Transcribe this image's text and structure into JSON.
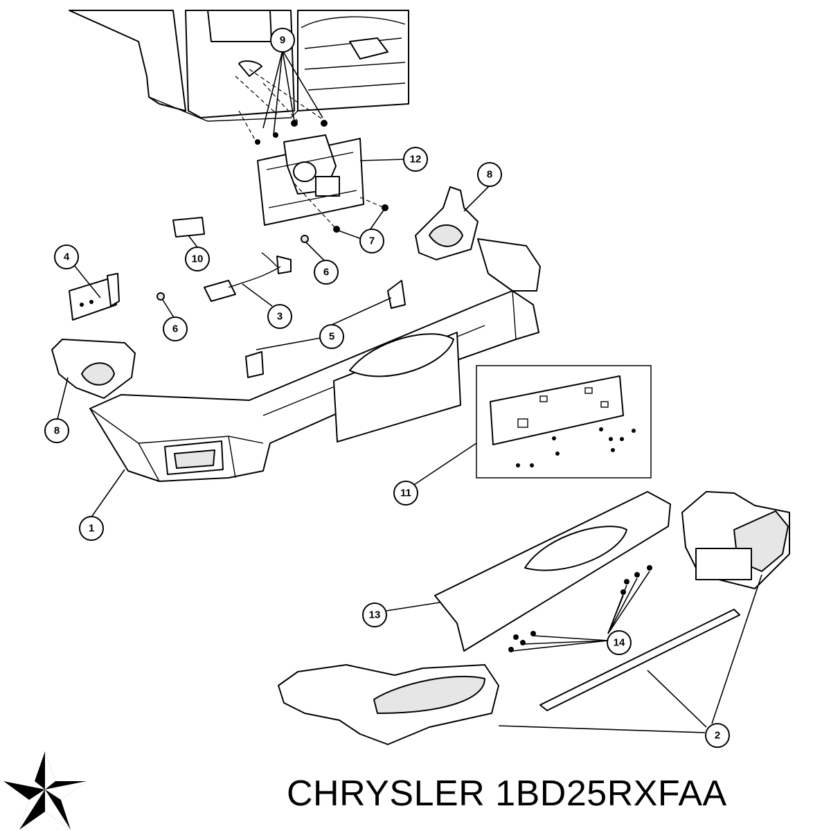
{
  "callouts": [
    {
      "id": "c1",
      "label": "1"
    },
    {
      "id": "c2",
      "label": "2"
    },
    {
      "id": "c3",
      "label": "3"
    },
    {
      "id": "c4",
      "label": "4"
    },
    {
      "id": "c5",
      "label": "5"
    },
    {
      "id": "c6a",
      "label": "6"
    },
    {
      "id": "c6b",
      "label": "6"
    },
    {
      "id": "c7",
      "label": "7"
    },
    {
      "id": "c8a",
      "label": "8"
    },
    {
      "id": "c8b",
      "label": "8"
    },
    {
      "id": "c9",
      "label": "9"
    },
    {
      "id": "c10",
      "label": "10"
    },
    {
      "id": "c11",
      "label": "11"
    },
    {
      "id": "c12",
      "label": "12"
    },
    {
      "id": "c13",
      "label": "13"
    },
    {
      "id": "c14",
      "label": "14"
    }
  ],
  "footer": {
    "brand": "CHRYSLER",
    "part_number": "1BD25RXFAA"
  },
  "logo": {
    "icon": "pentastar-icon"
  }
}
